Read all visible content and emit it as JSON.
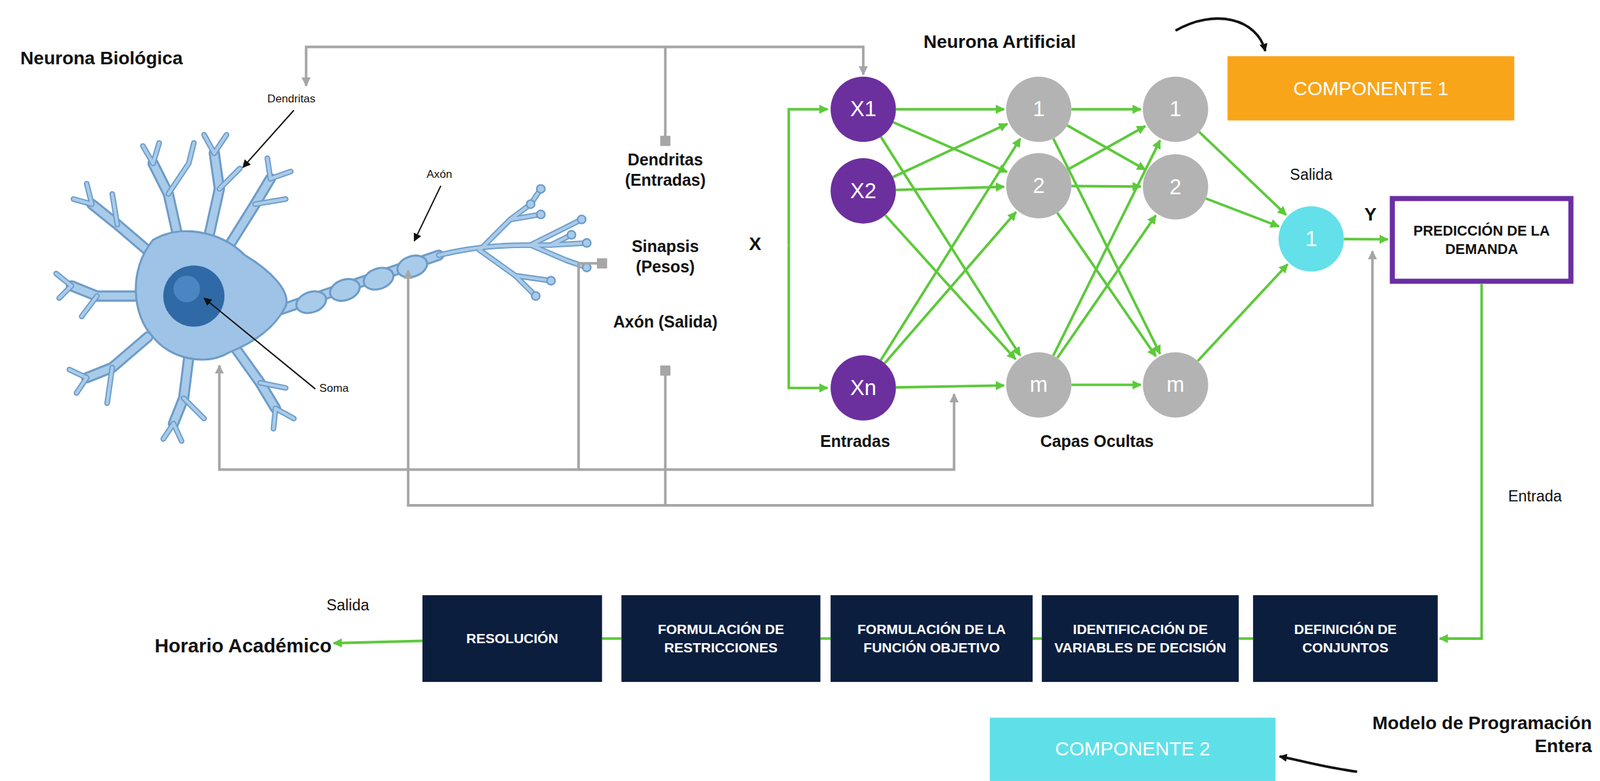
{
  "diagram": {
    "nodes": [
      {
        "text": [
          "X1"
        ]
      },
      {
        "text": [
          "X2"
        ]
      },
      {
        "text": [
          "Xn"
        ]
      },
      {
        "text": [
          "1"
        ]
      },
      {
        "text": [
          "2"
        ]
      },
      {
        "text": [
          "m"
        ]
      },
      {
        "text": [
          "1"
        ]
      },
      {
        "text": [
          "2"
        ]
      },
      {
        "text": [
          "m"
        ]
      },
      {
        "text": [
          "1"
        ]
      },
      {
        "text": [
          "COMPONENTE 1"
        ]
      },
      {
        "text": [
          "PREDICCIÓN DE LA DEMANDA"
        ]
      },
      {
        "text": [
          "DEFINICIÓN DE CONJUNTOS"
        ]
      },
      {
        "text": [
          "IDENTIFICACIÓN DE VARIABLES DE DECISIÓN"
        ]
      },
      {
        "text": [
          "FORMULACIÓN DE LA FUNCIÓN OBJETIVO"
        ]
      },
      {
        "text": [
          "FORMULACIÓN DE RESTRICCIONES"
        ]
      },
      {
        "text": [
          "RESOLUCIÓN"
        ]
      },
      {
        "text": [
          "Horario Académico"
        ]
      },
      {
        "text": [
          "COMPONENTE 2"
        ]
      }
    ],
    "edges": [
      {
        "from": 0,
        "to": 3,
        "arrow": "to"
      },
      {
        "from": 0,
        "to": 4,
        "arrow": "to"
      },
      {
        "from": 0,
        "to": 5,
        "arrow": "to"
      },
      {
        "from": 1,
        "to": 3,
        "arrow": "to"
      },
      {
        "from": 1,
        "to": 4,
        "arrow": "to"
      },
      {
        "from": 1,
        "to": 5,
        "arrow": "to"
      },
      {
        "from": 2,
        "to": 3,
        "arrow": "to"
      },
      {
        "from": 2,
        "to": 4,
        "arrow": "to"
      },
      {
        "from": 2,
        "to": 5,
        "arrow": "to"
      },
      {
        "from": 3,
        "to": 6,
        "arrow": "to"
      },
      {
        "from": 3,
        "to": 7,
        "arrow": "to"
      },
      {
        "from": 3,
        "to": 8,
        "arrow": "to"
      },
      {
        "from": 4,
        "to": 6,
        "arrow": "to"
      },
      {
        "from": 4,
        "to": 7,
        "arrow": "to"
      },
      {
        "from": 4,
        "to": 8,
        "arrow": "to"
      },
      {
        "from": 5,
        "to": 6,
        "arrow": "to"
      },
      {
        "from": 5,
        "to": 7,
        "arrow": "to"
      },
      {
        "from": 5,
        "to": 8,
        "arrow": "to"
      },
      {
        "from": 6,
        "to": 9,
        "arrow": "to"
      },
      {
        "from": 7,
        "to": 9,
        "arrow": "to"
      },
      {
        "from": 8,
        "to": 9,
        "arrow": "to"
      },
      {
        "from": 9,
        "to": 11,
        "arrow": "to"
      },
      {
        "from": 11,
        "to": 12,
        "arrow": "to"
      },
      {
        "from": 12,
        "to": 13,
        "arrow": "none"
      },
      {
        "from": 13,
        "to": 14,
        "arrow": "none"
      },
      {
        "from": 14,
        "to": 15,
        "arrow": "none"
      },
      {
        "from": 15,
        "to": 16,
        "arrow": "none"
      },
      {
        "from": 16,
        "to": 17,
        "arrow": "to"
      }
    ],
    "labels": [
      "Neurona Biológica",
      "Dendritas",
      "Axón",
      "Soma",
      "Dendritas (Entradas)",
      "Sinapsis (Pesos)",
      "Axón (Salida)",
      "X",
      "Entradas",
      "Capas Ocultas",
      "Neurona Artificial",
      "Salida",
      "Y",
      "Entrada",
      "Salida",
      "Modelo de Programación Entera"
    ]
  }
}
